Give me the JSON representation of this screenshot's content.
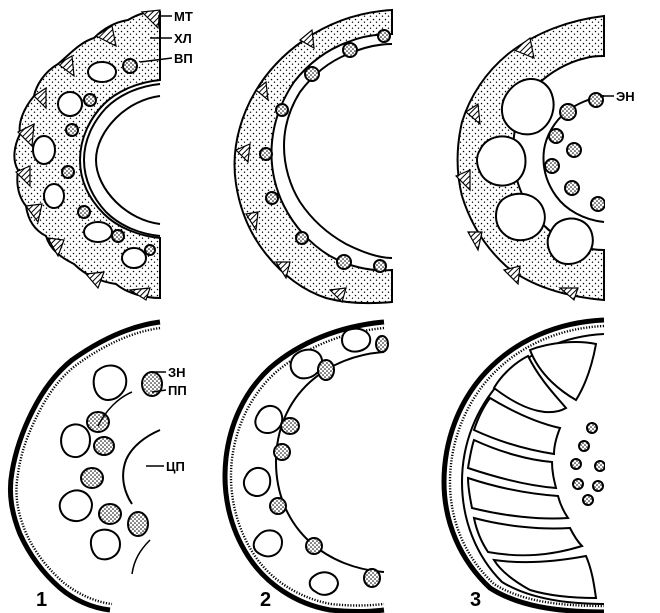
{
  "figure": {
    "labels": {
      "mt": "МТ",
      "xl": "ХЛ",
      "vp": "ВП",
      "en_top": "ЭН",
      "zn": "ЗН",
      "pp": "ПП",
      "cp": "ЦП"
    },
    "panel_numbers": [
      "1",
      "2",
      "3"
    ],
    "colors": {
      "ink": "#000000",
      "paper": "#ffffff"
    }
  }
}
